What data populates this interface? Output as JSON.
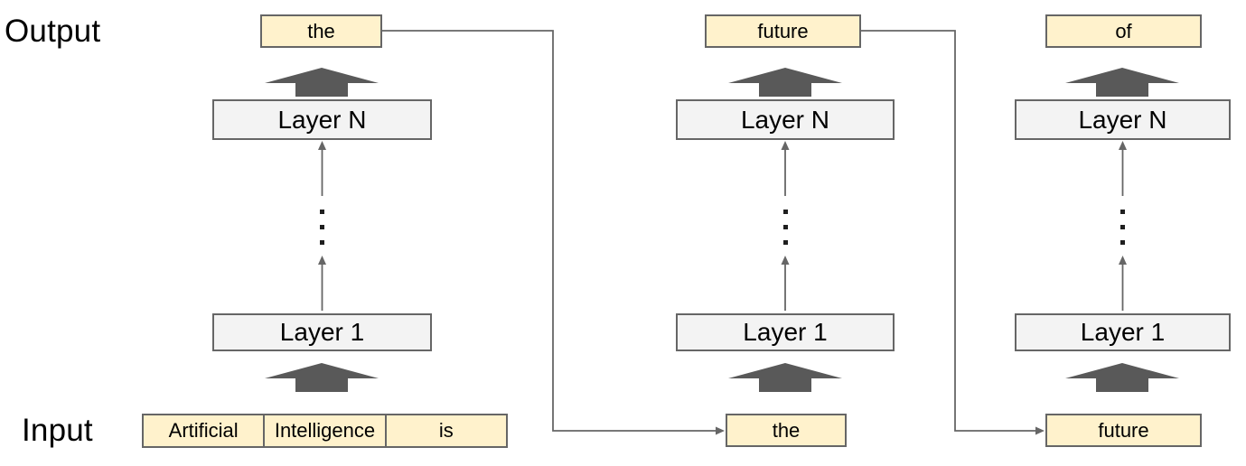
{
  "labels": {
    "output": "Output",
    "input": "Input"
  },
  "colors": {
    "token_fill": "#fff2cc",
    "token_border": "#666666",
    "layer_fill": "#f3f3f3",
    "layer_border": "#666666",
    "block_arrow": "#595959",
    "connector": "#666666",
    "dots": "#1f1f1f",
    "text": "#000000",
    "background": "#ffffff"
  },
  "columns": [
    {
      "output_token": "the",
      "top_layer": "Layer N",
      "bottom_layer": "Layer 1",
      "input_tokens": [
        "Artificial",
        "Intelligence",
        "is"
      ]
    },
    {
      "output_token": "future",
      "top_layer": "Layer N",
      "bottom_layer": "Layer 1",
      "input_tokens": [
        "the"
      ]
    },
    {
      "output_token": "of",
      "top_layer": "Layer N",
      "bottom_layer": "Layer 1",
      "input_tokens": [
        "future"
      ]
    }
  ]
}
